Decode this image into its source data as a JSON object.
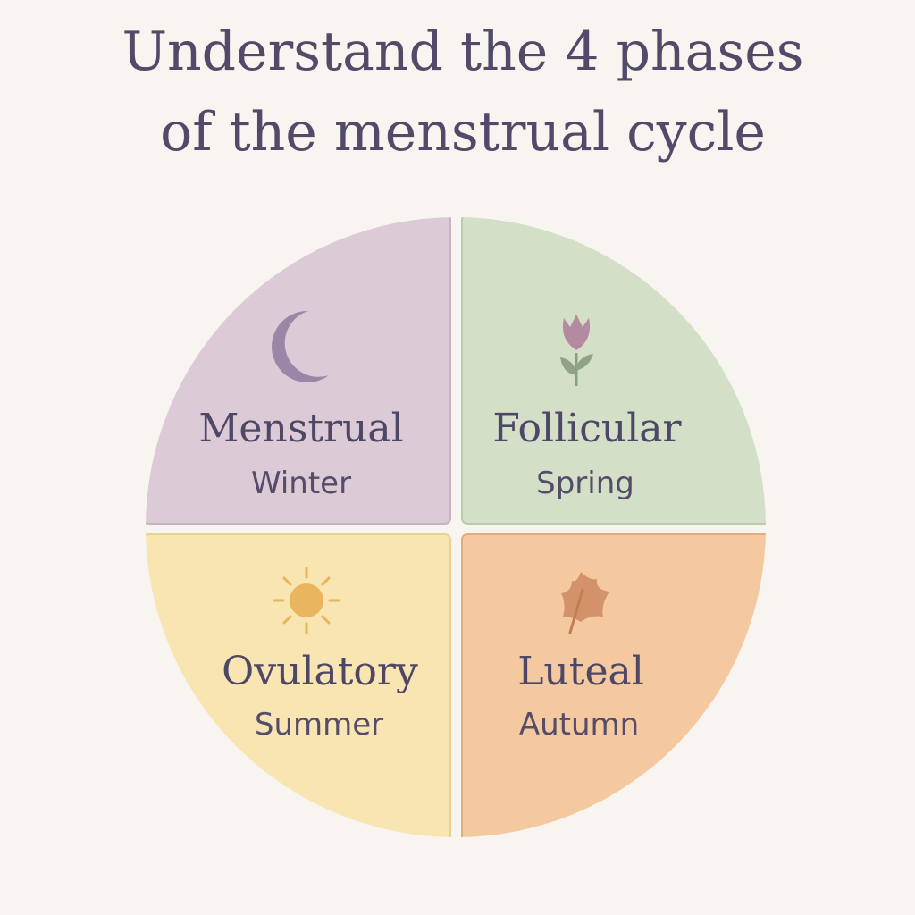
{
  "title": {
    "line1": "Understand the 4 phases",
    "line2": "of the menstrual cycle"
  },
  "phases": [
    {
      "name": "Menstrual",
      "season": "Winter",
      "icon": "moon-icon",
      "color": "#dccbd6"
    },
    {
      "name": "Follicular",
      "season": "Spring",
      "icon": "tulip-icon",
      "color": "#d4dfc8"
    },
    {
      "name": "Ovulatory",
      "season": "Summer",
      "icon": "sun-icon",
      "color": "#f8e5b2"
    },
    {
      "name": "Luteal",
      "season": "Autumn",
      "icon": "leaf-icon",
      "color": "#f4c9a0"
    }
  ],
  "colors": {
    "text": "#4f4766",
    "background": "#f8f5f0"
  }
}
